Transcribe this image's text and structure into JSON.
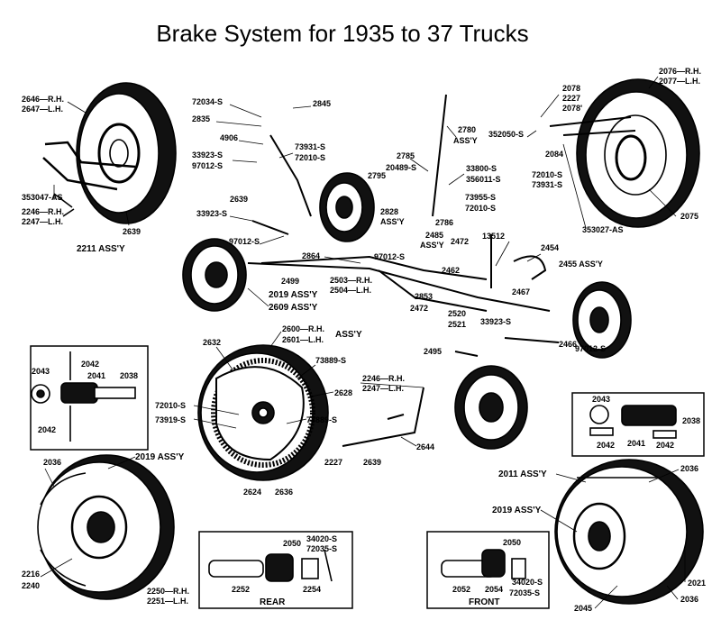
{
  "title": "Brake System for 1935 to 37 Trucks",
  "labels": {
    "l2646": "2646—R.H.",
    "l2647": "2647—L.H.",
    "l353047": "353047-AS",
    "l2246a": "2246—R.H.",
    "l2247a": "2247—L.H.",
    "l2639a": "2639",
    "l2211": "2211 ASS'Y",
    "l72034": "72034-S",
    "l2835": "2835",
    "l4906": "4906",
    "l2845": "2845",
    "l33923a": "33923-S",
    "l97012a": "97012-S",
    "l73931a": "73931-S",
    "l72010a": "72010-S",
    "l2639b": "2639",
    "l33923b": "33923-S",
    "l97012b": "97012-S",
    "l2795": "2795",
    "l2828": "2828",
    "l2828b": "ASS'Y",
    "l2785": "2785",
    "l20489": "20489-S",
    "l2780": "2780",
    "l2780b": "ASS'Y",
    "l33800": "33800-S",
    "l356011": "356011-S",
    "l73955": "73955-S",
    "l72010b": "72010-S",
    "l2786": "2786",
    "l2076": "2076—R.H.",
    "l2077": "2077—L.H.",
    "l2078": "2078",
    "l2227a": "2227",
    "l2078p": "2078'",
    "l352050": "352050-S",
    "l2084": "2084",
    "l72010c": "72010-S",
    "l73931b": "73931-S",
    "l2075": "2075",
    "l353027": "353027-AS",
    "l2864": "2864",
    "l97012c": "97012-S",
    "l2485": "2485",
    "l2485b": "ASS'Y",
    "l2472a": "2472",
    "l13512": "13512",
    "l2454": "2454",
    "l2455": "2455 ASS'Y",
    "l2462": "2462",
    "l2499": "2499",
    "l2503": "2503—R.H.",
    "l2504": "2504—L.H.",
    "l2019a": "2019 ASS'Y",
    "l2609": "2609 ASS'Y",
    "l2853": "2853",
    "l2467": "2467",
    "l2472b": "2472",
    "l2520": "2520",
    "l2521": "2521",
    "l33923c": "33923-S",
    "l97012d": "97012-S",
    "l2466": "2466",
    "l2495": "2495",
    "l2600": "2600—R.H.",
    "l2601": "2601—L.H.",
    "l2600b": "ASS'Y",
    "l2632": "2632",
    "l73889a": "73889-S",
    "l2628": "2628",
    "l72010d": "72010-S",
    "l73919": "73919-S",
    "l73889b": "73889-S",
    "l2624": "2624",
    "l2636": "2636",
    "l2246b": "2246—R.H.",
    "l2247b": "2247—L.H.",
    "l2644": "2644",
    "l2227b": "2227",
    "l2639c": "2639",
    "l2043a": "2043",
    "l2042a": "2042",
    "l2041a": "2041",
    "l2038a": "2038",
    "l2042b": "2042",
    "l2036a": "2036",
    "l2019b": "2019 ASS'Y",
    "l2216": "2216",
    "l2240": "2240",
    "l2250": "2250—R.H.",
    "l2251": "2251—L.H.",
    "l2050a": "2050",
    "l34020a": "34020-S",
    "l72035a": "72035-S",
    "l2252": "2252",
    "l2254": "2254",
    "rear": "REAR",
    "l2043b": "2043",
    "l2038b": "2038",
    "l2042c": "2042",
    "l2041b": "2041",
    "l2042d": "2042",
    "l2011": "2011 ASS'Y",
    "l2036b": "2036",
    "l2019c": "2019 ASS'Y",
    "l2050b": "2050",
    "l34020b": "34020-S",
    "l72035b": "72035-S",
    "l2052": "2052",
    "l2054": "2054",
    "front": "FRONT",
    "l2021": "2021",
    "l2045": "2045",
    "l2036c": "2036"
  }
}
